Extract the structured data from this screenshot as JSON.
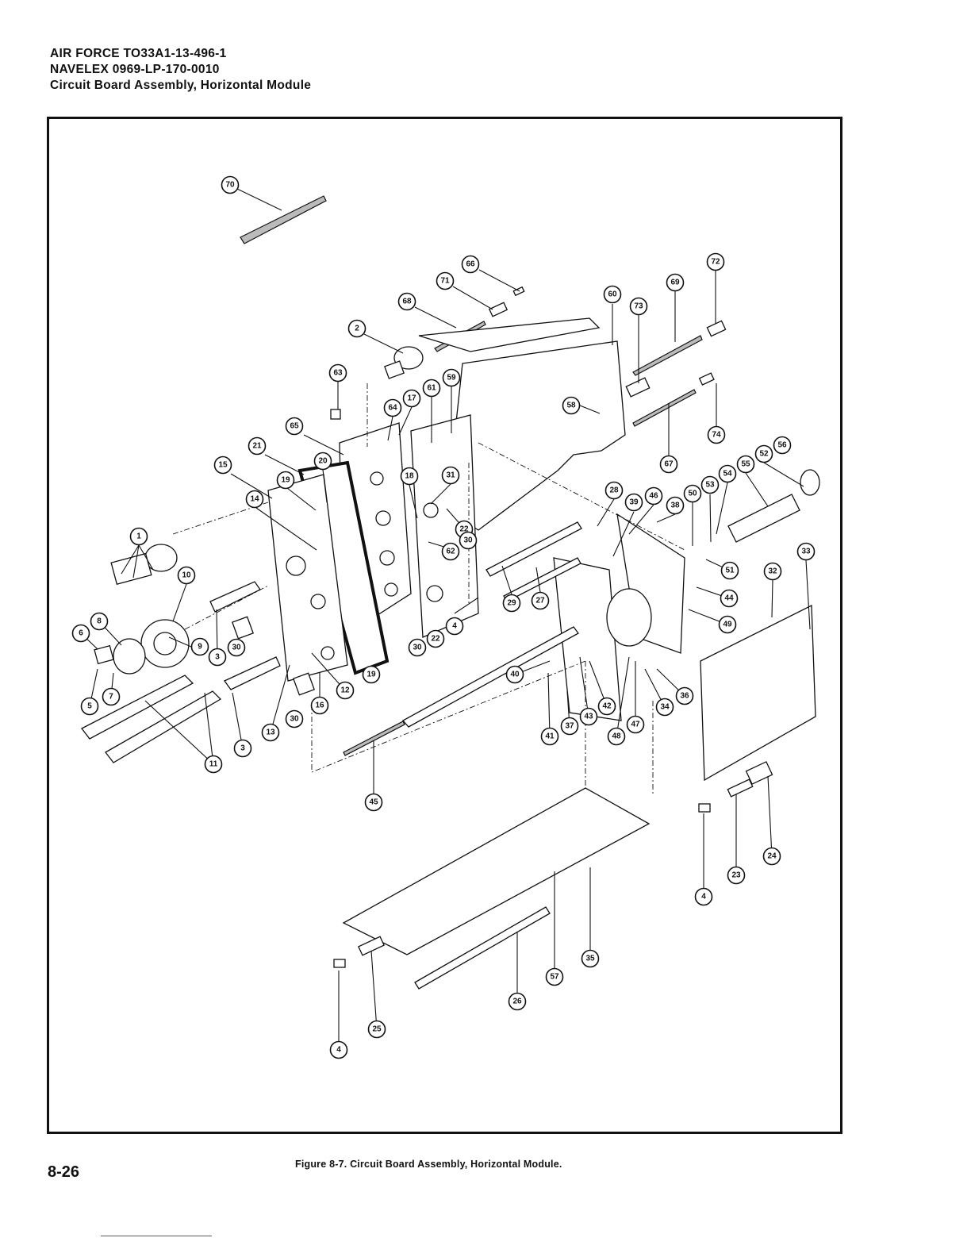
{
  "header": {
    "line1": "AIR FORCE  TO33A1-13-496-1",
    "line2": "NAVELEX  0969-LP-170-0010",
    "line3": "Circuit Board Assembly, Horizontal Module"
  },
  "figure": {
    "caption": "Figure 8-7. Circuit Board Assembly, Horizontal Module.",
    "callouts": [
      "70",
      "66",
      "71",
      "68",
      "72",
      "69",
      "60",
      "73",
      "2",
      "63",
      "61",
      "59",
      "17",
      "64",
      "58",
      "74",
      "65",
      "67",
      "21",
      "20",
      "31",
      "15",
      "19",
      "18",
      "14",
      "22",
      "30",
      "62",
      "28",
      "39",
      "46",
      "38",
      "50",
      "53",
      "54",
      "55",
      "52",
      "56",
      "1",
      "10",
      "51",
      "33",
      "32",
      "44",
      "29",
      "27",
      "4",
      "49",
      "6",
      "8",
      "9",
      "3",
      "12",
      "40",
      "36",
      "34",
      "5",
      "7",
      "13",
      "16",
      "11",
      "41",
      "37",
      "43",
      "42",
      "48",
      "47",
      "45",
      "57",
      "35",
      "26",
      "25",
      "23",
      "24"
    ]
  },
  "page_number": "8-26"
}
